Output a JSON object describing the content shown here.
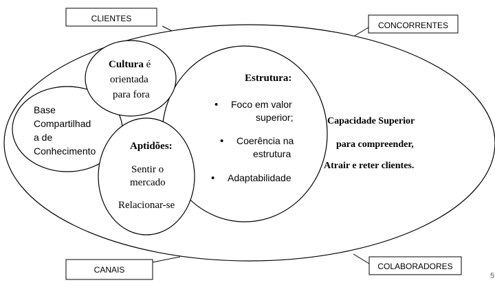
{
  "boxes": {
    "clientes": "CLIENTES",
    "concorrentes": "CONCORRENTES",
    "canais": "CANAIS",
    "colaboradores": "COLABORADORES"
  },
  "cultura": {
    "bold": "Cultura",
    "rest": " é",
    "line2": "orientada",
    "line3": "para fora"
  },
  "base": {
    "line1": "Base",
    "line2": "Compartilhad",
    "line3": "a de",
    "line4": "Conhecimento"
  },
  "aptidoes": {
    "title": "Aptidões:",
    "line1": "Sentir o",
    "line2": "mercado",
    "line3": "Relacionar-se"
  },
  "estrutura": {
    "title": "Estrutura:",
    "bullet1_line1": "Foco em valor",
    "bullet1_line2": "superior;",
    "bullet2_line1": "Coerência na",
    "bullet2_line2": "estrutura",
    "bullet3": "Adaptabilidade"
  },
  "capacidade": {
    "line1": "Capacidade Superior",
    "line2": "para compreender,",
    "line3": "Atrair e reter clientes."
  },
  "page_number": "5"
}
